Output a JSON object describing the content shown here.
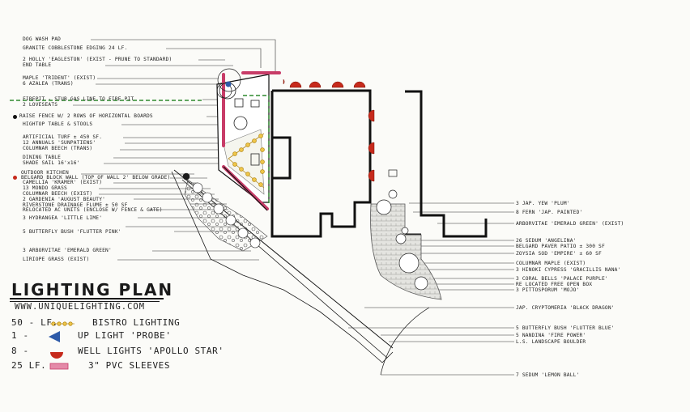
{
  "notes_left": [
    "DOG WASH PAD",
    "GRANITE COBBLESTONE EDGING  24 LF.",
    "2 HOLLY 'EAGLESTON' (EXIST - PRUNE TO STANDARD)",
    "END TABLE",
    "MAPLE 'TRIDENT' (EXIST)",
    "6 AZALEA (TRANS)",
    "FIREPIT - STUB GAS LINE TO FIRE PIT",
    "2 LOVESEATS",
    "RAISE FENCE W/ 2 ROWS OF HORIZONTAL BOARDS",
    "HIGHTOP TABLE & STOOLS",
    "ARTIFICIAL TURF  ± 450 SF.",
    "12 ANNUALS 'SUNPATIENS'",
    "COLUMNAR BEECH (TRANS)",
    "DINING TABLE",
    "SHADE SAIL  16'x16'",
    "OUTDOOR KITCHEN",
    "BELGARD BLOCK WALL (TOP OF WALL 2' BELOW GRADE)",
    "CAMELLIA 'KRAMER' (EXIST)",
    "13 MONDO GRASS",
    "COLUMNAR BEECH (EXIST)",
    "2 GARDENIA 'AUGUST BEAUTY'",
    "RIVERSTONE DRAINAGE FLUME ± 50 SF",
    "RELOCATED AC UNITS (ENCLOSE W/ FENCE & GATE)",
    "3 HYDRANGEA 'LITTLE LIME'",
    "5 BUTTERFLY BUSH 'FLUTTER PINK'",
    "3 ARBORVITAE 'EMERALD GREEN'",
    "LIRIOPE GRASS (EXIST)"
  ],
  "notes_right": [
    "3 JAP. YEW 'PLUM'",
    "8 FERN 'JAP. PAINTED'",
    "ARBORVITAE 'EMERALD GREEN' (EXIST)",
    "26 SEDUM 'ANGELINA'",
    "BELGARD PAVER PATIO ± 300 SF",
    "ZOYSIA SOD 'EMPIRE' ± 60 SF",
    "COLUMNAR MAPLE (EXIST)",
    "3 HINOKI CYPRESS 'GRACILLIS NANA'",
    "3 CORAL BELLS 'PALACE PURPLE'",
    "RE LOCATED FREE OPEN BOX",
    "3 PITTOSPORUM 'MOJO'",
    "JAP. CRYPTOMERIA 'BLACK DRAGON'",
    "5 BUTTERFLY BUSH 'FLUTTER BLUE'",
    "5 NANDINA 'FIRE POWER'",
    "L.S. LANDSCAPE BOULDER",
    "7 SEDUM 'LEMON BALL'"
  ],
  "title": "LIGHTING PLAN",
  "website": "WWW.UNIQUELIGHTING.COM",
  "legend": [
    {
      "qty": "50 - LF.",
      "label": "BISTRO LIGHTING",
      "symbol": "bistro-lights-icon"
    },
    {
      "qty": "1 -",
      "label": "UP LIGHT 'PROBE'",
      "symbol": "up-light-icon"
    },
    {
      "qty": "8 -",
      "label": "WELL LIGHTS 'APOLLO STAR'",
      "symbol": "well-light-icon"
    },
    {
      "qty": "25 LF.",
      "label": "3\" PVC SLEEVES",
      "symbol": "pvc-sleeve-icon"
    }
  ],
  "colors": {
    "ink": "#1a1a1a",
    "well_light": "#c62a1c",
    "pvc_sleeve": "#c83c68",
    "bistro": "#d9a72a",
    "up_light": "#2d5aa8",
    "turf_dashed": "#2e8a2e",
    "paver": "#8a8a8a"
  }
}
